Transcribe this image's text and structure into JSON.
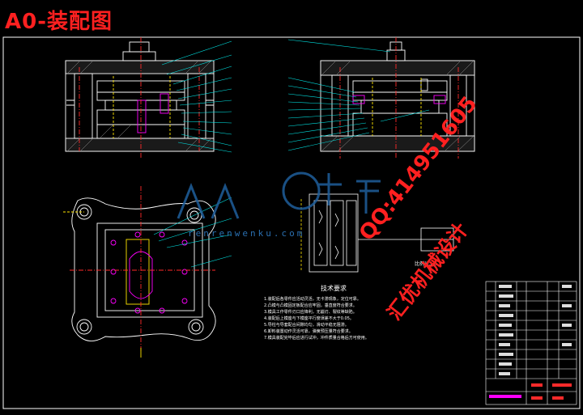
{
  "title": "A0-装配图",
  "watermark": {
    "tel": "QQ:414951605",
    "subtitle": "汇优机械设计",
    "logo_text": "renrenwenku.com"
  },
  "notes": {
    "title": "技术要求",
    "lines": [
      "1.装配后各零件应活动灵活，无卡滞现象，定位可靠。",
      "2.凸模与凸模固定板配合应牢固，垂直度符合要求。",
      "3.模具工作零件刃口应锋利，无崩刃、裂纹等缺陷。",
      "4.装配后上模座与下模座平行度误差不大于0.05。",
      "5.导柱与导套配合间隙均匀，滑动平稳无阻滞。",
      "6.卸料装置动作灵活可靠，弹簧预压量符合要求。",
      "7.模具装配完毕后应进行试冲，冲件质量合格后方可使用。"
    ]
  },
  "scale_label": "比例1:3.0",
  "colors": {
    "background": "#000000",
    "outline": "#ffffff",
    "leader": "#00e5e5",
    "centerline": "#ff2a2a",
    "hidden": "#ffe600",
    "accent": "#ff00ff",
    "dim": "#00ff66"
  }
}
